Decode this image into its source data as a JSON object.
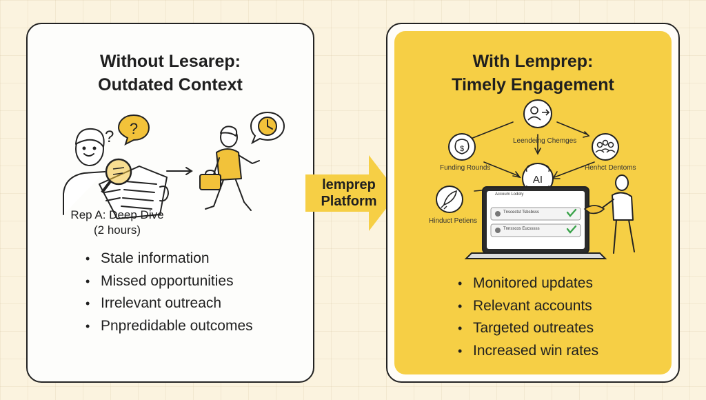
{
  "left": {
    "title_line1": "Without Lesarep:",
    "title_line2": "Outdated Context",
    "caption_line1": "Rep A: Deep Dive",
    "caption_line2": "(2 hours)",
    "question_mark": "?",
    "bullets": [
      "Stale information",
      "Missed opportunities",
      "Irrelevant outreach",
      "Pnpredidable outcomes"
    ]
  },
  "center": {
    "label_line1": "lemprep",
    "label_line2": "Platform"
  },
  "right": {
    "title_line1": "With Lemprep:",
    "title_line2": "Timely Engagement",
    "nodes": {
      "top": "Leendeing Chemges",
      "left": "Funding Rounds",
      "right": "Henhct Dentoms",
      "bottom_left": "Hinduct Petiens",
      "center": "AI",
      "money": "$"
    },
    "laptop": {
      "header": "Accoum Lodoty",
      "row1": "Tnscectst Tsbsbsss",
      "row2": "Tnnsscos Eucsssss"
    },
    "bullets": [
      "Monitored updates",
      "Relevant accounts",
      "Targeted outreates",
      "Increased win rates"
    ]
  },
  "colors": {
    "accent_yellow": "#f6cf45",
    "icon_yellow": "#f2c23a",
    "outline": "#222222",
    "check_green": "#3aa34a"
  }
}
